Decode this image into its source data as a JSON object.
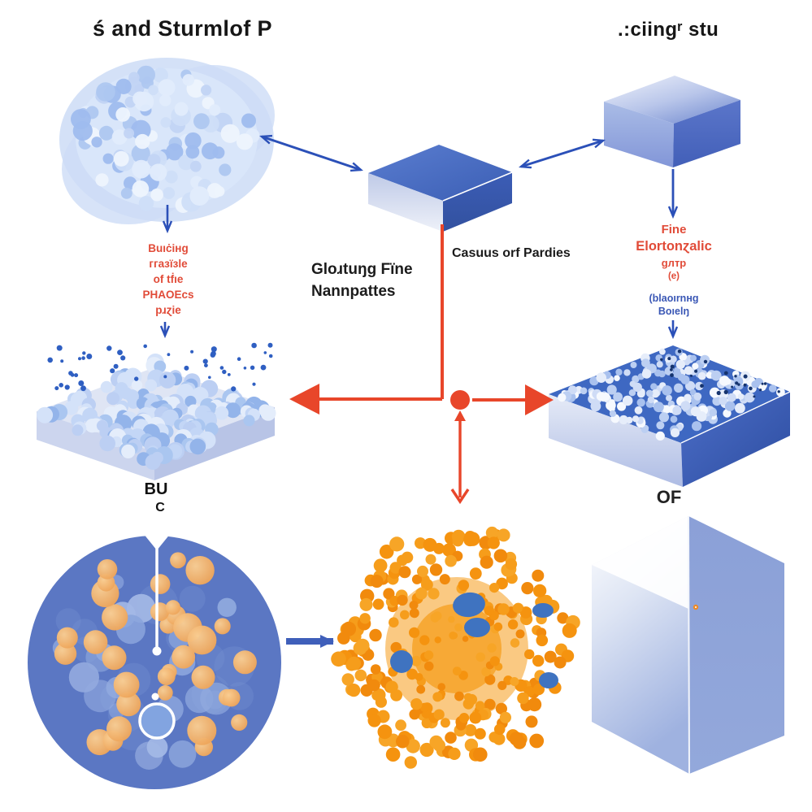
{
  "titles": {
    "left": "ś and Sturmlof P",
    "right": ".:ciingʳ stu"
  },
  "annotations": {
    "left_red_lines": [
      "Buıċiнg",
      "ггаɜïɜle",
      "of tḟıe",
      "PHAOEcs",
      "pɹɀie"
    ],
    "center_black_lines": [
      "Gloɹtuŋg Fïne",
      "Nannpattes"
    ],
    "causes_label": "Casuus orf Pardies",
    "right_red_lines": [
      "Fine",
      "Elortonɀalic",
      "gлтp",
      "(е)"
    ],
    "right_blue_lines": [
      "(blaoırnнg",
      "Boıelŋ"
    ],
    "bottom_left_line1": "BU",
    "bottom_left_line2": "C",
    "bottom_right_label": "OF"
  },
  "colors": {
    "arrow_blue": "#2b50b8",
    "arrow_blue_thick": "#3f5fba",
    "arrow_red": "#e8462a",
    "text_red": "#e14b38",
    "text_blue": "#3a57b5",
    "circle_blue": "#5b77c3",
    "cluster_orange": "#f5930f",
    "cloud_palette": [
      "#c2d4f4",
      "#cfdef8",
      "#aec7f0",
      "#e2ecfc",
      "#9fbcee",
      "#eef4fd"
    ],
    "pile_palette": [
      "#aac6f0",
      "#c3d6f6",
      "#e4edfb",
      "#93b4ea",
      "#d4e2f9",
      "#bccff3"
    ],
    "platform_palette": [
      "#e6edfa",
      "#cfdcf6",
      "#bccff2",
      "#f6f9fe",
      "#a9c1ee"
    ],
    "circle_orange_palette": [
      "#f3b272",
      "#f0a75f",
      "#f6bd80"
    ],
    "circle_blue_palette": [
      "#92abdf",
      "#a4b9e6",
      "#8aa4dc"
    ],
    "cluster_dot_palette": [
      "#f5930f",
      "#f69d1b",
      "#f18a0d",
      "#f7a527"
    ],
    "speck_blue": "#2f5fc2",
    "dark_speck": "#16346e"
  },
  "figures": {
    "cloud": {
      "particle_count": 95
    },
    "left_pile": {
      "particle_count": 175,
      "speck_count": 46
    },
    "right_platform": {
      "particle_count": 190,
      "speck_count": 25
    },
    "bottom_left_circle": {
      "orange_count": 34,
      "blue_count": 22,
      "faint_count": 14
    },
    "orange_cluster": {
      "dot_count": 265,
      "blue_blob_count": 5
    },
    "seed": 42
  }
}
